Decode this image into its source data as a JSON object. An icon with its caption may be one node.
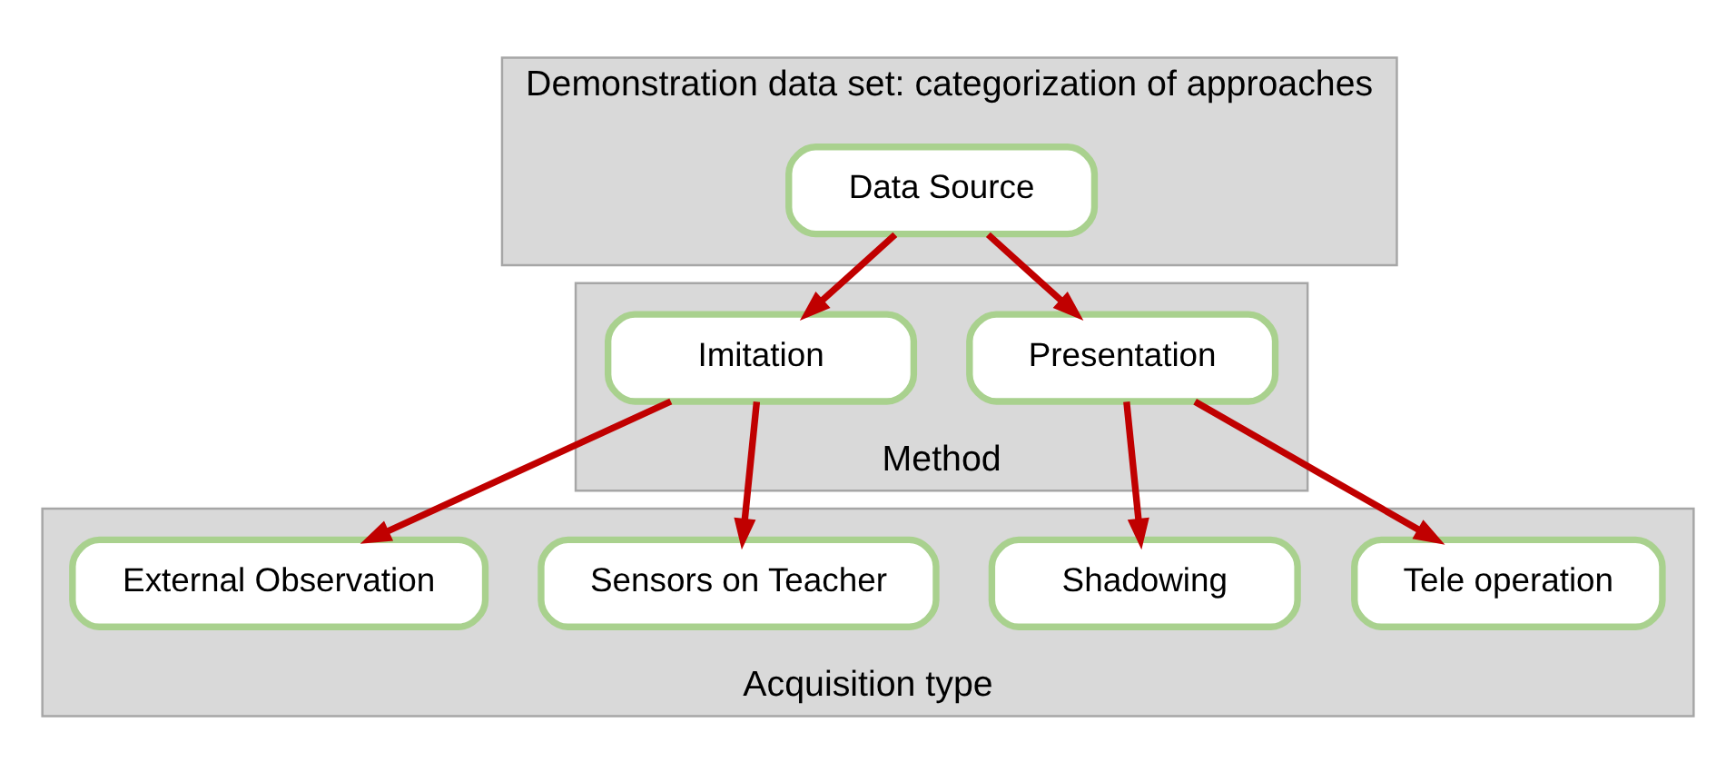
{
  "diagram": {
    "nodes": [
      {
        "text": [
          "Demonstration data set: categorization of approaches"
        ]
      },
      {
        "text": [
          "Data Source"
        ],
        "in": 0
      },
      {
        "text": [
          "Method"
        ]
      },
      {
        "text": [
          "Presentation"
        ],
        "in": 2
      },
      {
        "text": [
          "Imitation"
        ],
        "in": 2
      },
      {
        "text": [
          "Acquisition type"
        ]
      },
      {
        "text": [
          "Tele operation"
        ],
        "in": 5
      },
      {
        "text": [
          "Shadowing"
        ],
        "in": 5
      },
      {
        "text": [
          "Sensors on Teacher"
        ],
        "in": 5
      },
      {
        "text": [
          "External Observation"
        ],
        "in": 5
      }
    ],
    "edges": [
      {
        "from": 1,
        "to": 3,
        "arrow": "to"
      },
      {
        "from": 1,
        "to": 4,
        "arrow": "to"
      },
      {
        "from": 3,
        "to": 6,
        "arrow": "to"
      },
      {
        "from": 3,
        "to": 7,
        "arrow": "to"
      },
      {
        "from": 4,
        "to": 8,
        "arrow": "to"
      },
      {
        "from": 4,
        "to": 9,
        "arrow": "to"
      }
    ]
  }
}
